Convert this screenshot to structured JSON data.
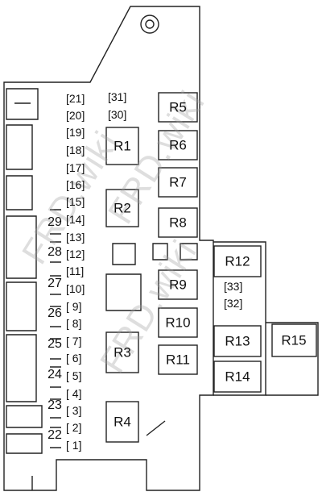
{
  "watermark": "FRD.wiki",
  "fuses": [
    {
      "id": "f21",
      "label": "[21]"
    },
    {
      "id": "f20",
      "label": "[20]"
    },
    {
      "id": "f19",
      "label": "[19]"
    },
    {
      "id": "f18",
      "label": "[18]"
    },
    {
      "id": "f17",
      "label": "[17]"
    },
    {
      "id": "f16",
      "label": "[16]"
    },
    {
      "id": "f15",
      "label": "[15]"
    },
    {
      "id": "f14",
      "label": "[14]"
    },
    {
      "id": "f13",
      "label": "[13]"
    },
    {
      "id": "f12",
      "label": "[12]"
    },
    {
      "id": "f11",
      "label": "[11]"
    },
    {
      "id": "f10",
      "label": "[10]"
    },
    {
      "id": "f9",
      "label": "[ 9]"
    },
    {
      "id": "f8",
      "label": "[ 8]"
    },
    {
      "id": "f7",
      "label": "[ 7]"
    },
    {
      "id": "f6",
      "label": "[ 6]"
    },
    {
      "id": "f5",
      "label": "[ 5]"
    },
    {
      "id": "f4",
      "label": "[ 4]"
    },
    {
      "id": "f3",
      "label": "[ 3]"
    },
    {
      "id": "f2",
      "label": "[ 2]"
    },
    {
      "id": "f1",
      "label": "[ 1]"
    },
    {
      "id": "f31",
      "label": "[31]"
    },
    {
      "id": "f30",
      "label": "[30]"
    },
    {
      "id": "f33",
      "label": "[33]"
    },
    {
      "id": "f32",
      "label": "[32]"
    }
  ],
  "side_labels": [
    {
      "id": "s29",
      "label": "29"
    },
    {
      "id": "s28",
      "label": "28"
    },
    {
      "id": "s27",
      "label": "27"
    },
    {
      "id": "s26",
      "label": "26"
    },
    {
      "id": "s25",
      "label": "25"
    },
    {
      "id": "s24",
      "label": "24"
    },
    {
      "id": "s23",
      "label": "23"
    },
    {
      "id": "s22",
      "label": "22"
    }
  ],
  "relays": [
    {
      "id": "r1",
      "label": "R1"
    },
    {
      "id": "r2",
      "label": "R2"
    },
    {
      "id": "r3",
      "label": "R3"
    },
    {
      "id": "r4",
      "label": "R4"
    },
    {
      "id": "r5",
      "label": "R5"
    },
    {
      "id": "r6",
      "label": "R6"
    },
    {
      "id": "r7",
      "label": "R7"
    },
    {
      "id": "r8",
      "label": "R8"
    },
    {
      "id": "r9",
      "label": "R9"
    },
    {
      "id": "r10",
      "label": "R10"
    },
    {
      "id": "r11",
      "label": "R11"
    },
    {
      "id": "r12",
      "label": "R12"
    },
    {
      "id": "r13",
      "label": "R13"
    },
    {
      "id": "r14",
      "label": "R14"
    },
    {
      "id": "r15",
      "label": "R15"
    }
  ]
}
